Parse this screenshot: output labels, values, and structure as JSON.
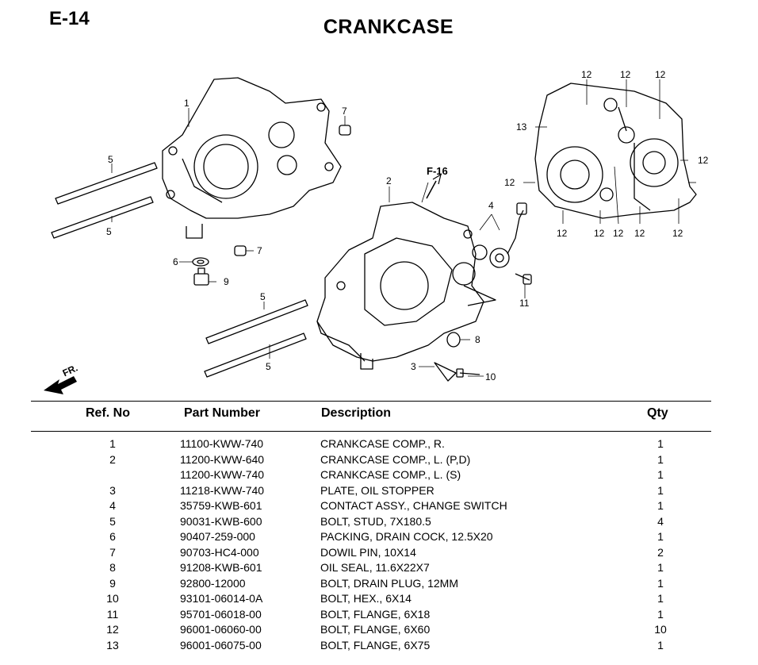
{
  "page_code": "E-14",
  "title": "CRANKCASE",
  "diagram": {
    "callouts": [
      "1",
      "2",
      "3",
      "4",
      "5",
      "5",
      "5",
      "5",
      "6",
      "7",
      "7",
      "8",
      "9",
      "10",
      "11",
      "12",
      "12",
      "12",
      "12",
      "12",
      "12",
      "12",
      "12",
      "12",
      "12",
      "13"
    ],
    "ref_f16": "F-16",
    "front_arrow": "FR."
  },
  "table": {
    "headers": {
      "ref": "Ref. No",
      "part": "Part Number",
      "desc": "Description",
      "qty": "Qty"
    },
    "rows": [
      {
        "ref": "1",
        "part": "11100-KWW-740",
        "desc": "CRANKCASE COMP., R.",
        "qty": "1"
      },
      {
        "ref": "2",
        "part": "11200-KWW-640",
        "desc": "CRANKCASE COMP., L. (P,D)",
        "qty": "1"
      },
      {
        "ref": "",
        "part": "11200-KWW-740",
        "desc": "CRANKCASE COMP., L. (S)",
        "qty": "1"
      },
      {
        "ref": "3",
        "part": "11218-KWW-740",
        "desc": "PLATE, OIL STOPPER",
        "qty": "1"
      },
      {
        "ref": "4",
        "part": "35759-KWB-601",
        "desc": "CONTACT ASSY., CHANGE SWITCH",
        "qty": "1"
      },
      {
        "ref": "5",
        "part": "90031-KWB-600",
        "desc": "BOLT, STUD, 7X180.5",
        "qty": "4"
      },
      {
        "ref": "6",
        "part": "90407-259-000",
        "desc": "PACKING, DRAIN COCK, 12.5X20",
        "qty": "1"
      },
      {
        "ref": "7",
        "part": "90703-HC4-000",
        "desc": "DOWIL PIN, 10X14",
        "qty": "2"
      },
      {
        "ref": "8",
        "part": "91208-KWB-601",
        "desc": "OIL SEAL, 11.6X22X7",
        "qty": "1"
      },
      {
        "ref": "9",
        "part": "92800-12000",
        "desc": "BOLT, DRAIN PLUG, 12MM",
        "qty": "1"
      },
      {
        "ref": "10",
        "part": "93101-06014-0A",
        "desc": "BOLT, HEX., 6X14",
        "qty": "1"
      },
      {
        "ref": "11",
        "part": "95701-06018-00",
        "desc": "BOLT, FLANGE, 6X18",
        "qty": "1"
      },
      {
        "ref": "12",
        "part": "96001-06060-00",
        "desc": "BOLT, FLANGE, 6X60",
        "qty": "10"
      },
      {
        "ref": "13",
        "part": "96001-06075-00",
        "desc": "BOLT, FLANGE, 6X75",
        "qty": "1"
      }
    ]
  }
}
